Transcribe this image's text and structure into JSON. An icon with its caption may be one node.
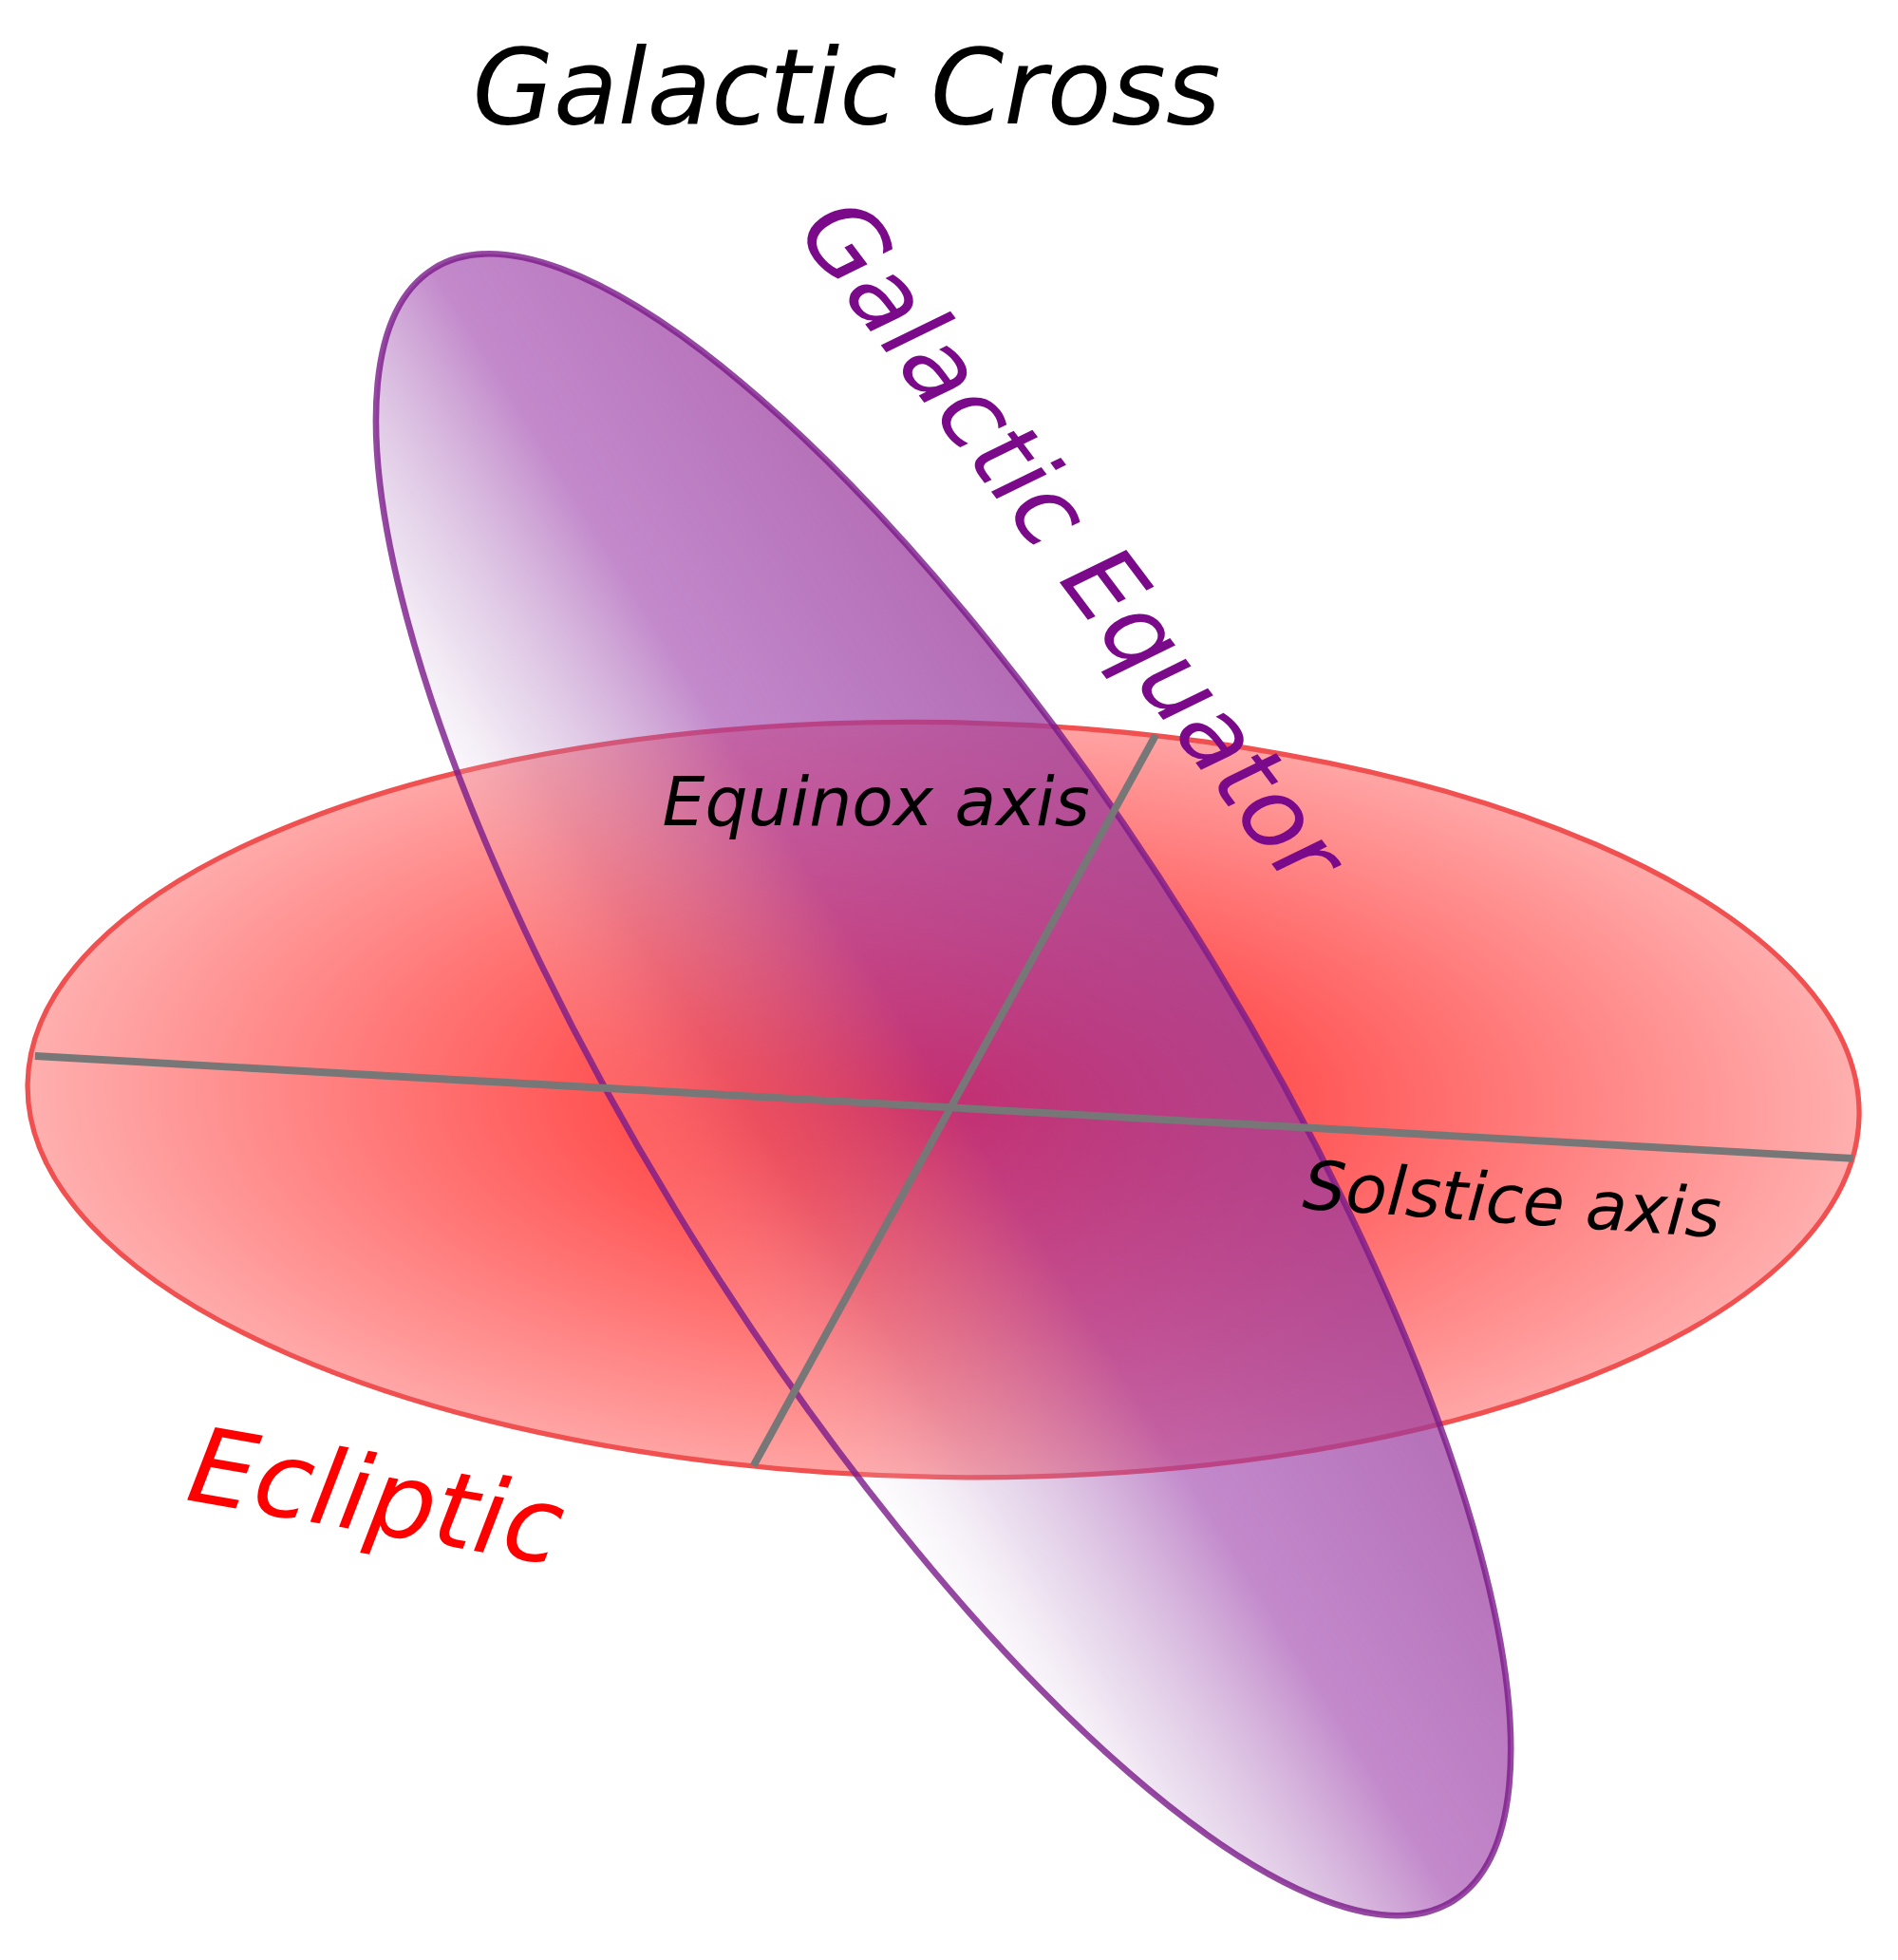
{
  "diagram": {
    "title": "Galactic Cross",
    "labels": [
      "Galactic Equator",
      "Equinox axis",
      "Solstice axis",
      "Ecliptic"
    ]
  }
}
